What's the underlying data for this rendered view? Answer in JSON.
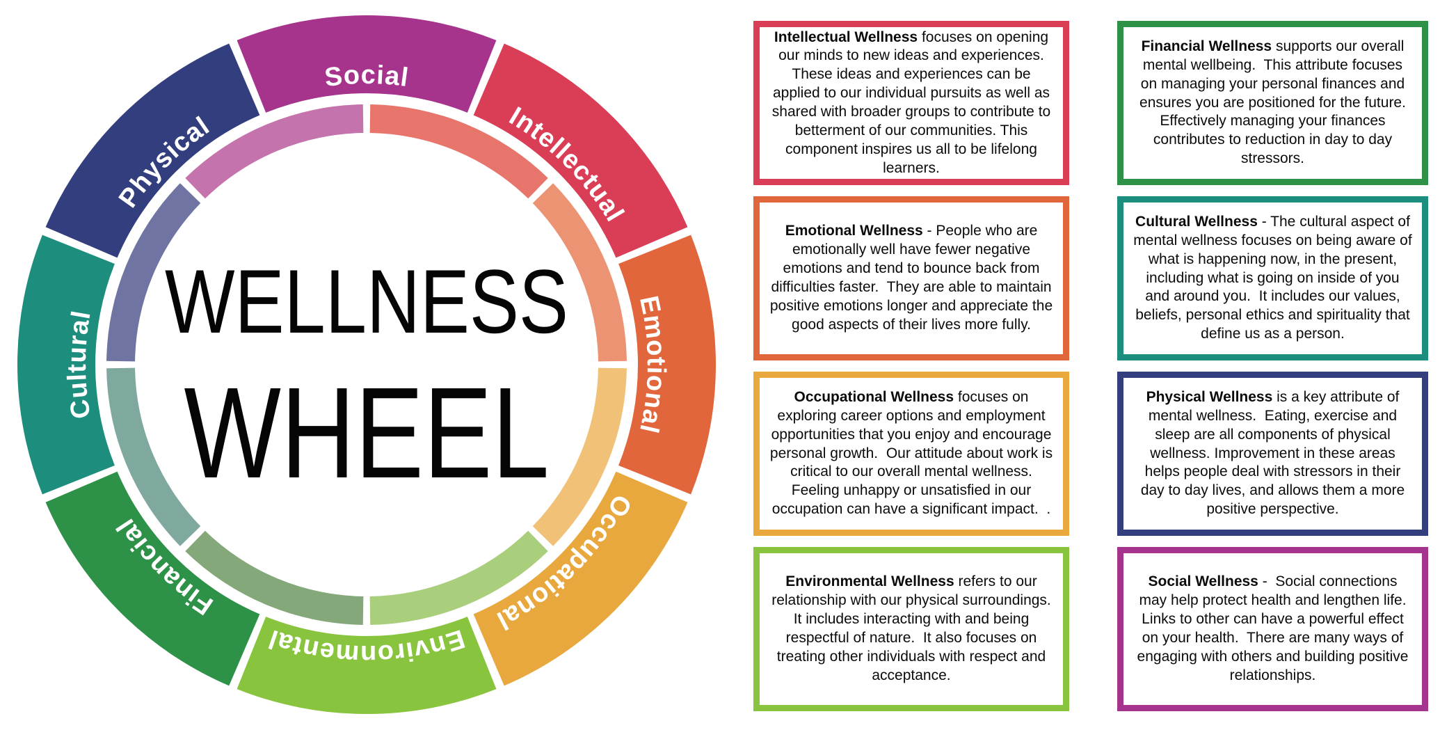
{
  "wheel": {
    "center_title_line1": "WELLNESS",
    "center_title_line2": "WHEEL",
    "segments": [
      {
        "label": "Social",
        "color": "#A6348D",
        "tint": "#C573AC"
      },
      {
        "label": "Intellectual",
        "color": "#D93E56",
        "tint": "#E8756B"
      },
      {
        "label": "Emotional",
        "color": "#E2663C",
        "tint": "#EC9373"
      },
      {
        "label": "Occupational",
        "color": "#E9A83D",
        "tint": "#F2C178"
      },
      {
        "label": "Environmental",
        "color": "#89C43E",
        "tint": "#A9CF7D"
      },
      {
        "label": "Financial",
        "color": "#2E9148",
        "tint": "#85A87B"
      },
      {
        "label": "Cultural",
        "color": "#1D8E7D",
        "tint": "#7FA99E"
      },
      {
        "label": "Physical",
        "color": "#333E7E",
        "tint": "#6F74A3"
      }
    ]
  },
  "cards": [
    {
      "key": "intellectual",
      "color": "#D93E56",
      "title": "Intellectual Wellness",
      "body": "focuses on opening our minds to new ideas and experiences.  These ideas and experiences can be applied to our individual pursuits as well as shared with broader groups to contribute to betterment of our communities. This component inspires us all to be lifelong learners."
    },
    {
      "key": "emotional",
      "color": "#E2663C",
      "title": "Emotional Wellness",
      "body": "- People who are emotionally well have fewer negative emotions and tend to bounce back from difficulties faster.  They are able to maintain positive emotions longer and appreciate the good aspects of their lives more fully."
    },
    {
      "key": "occupational",
      "color": "#E9A83D",
      "title": "Occupational Wellness",
      "body": "focuses on exploring career options and employment opportunities that you enjoy and encourage personal growth.  Our attitude about work is critical to our overall mental wellness. Feeling unhappy or unsatisfied in our occupation can have a significant impact.  ."
    },
    {
      "key": "environmental",
      "color": "#89C43E",
      "title": "Environmental Wellness",
      "body": "refers to our relationship with our physical surroundings. It includes interacting with and being respectful of nature.  It also focuses on treating other individuals with respect and acceptance."
    },
    {
      "key": "financial",
      "color": "#2E9148",
      "title": "Financial Wellness",
      "body": "supports our overall mental wellbeing.  This attribute focuses on managing your personal finances and ensures you are positioned for the future.  Effectively managing your finances contributes to reduction in day to day stressors."
    },
    {
      "key": "cultural",
      "color": "#1D8E7D",
      "title": "Cultural Wellness",
      "body": "- The cultural aspect of mental wellness focuses on being aware of what is happening now, in the present, including what is going on inside of you and around you.  It includes our values, beliefs, personal ethics and spirituality that define us as a person."
    },
    {
      "key": "physical",
      "color": "#333E7E",
      "title": "Physical Wellness",
      "body": "is a key attribute of mental wellness.  Eating, exercise and sleep are all components of physical wellness. Improvement in these areas helps people deal with stressors in their day to day lives, and allows them a more positive perspective."
    },
    {
      "key": "social",
      "color": "#A6348D",
      "title": "Social Wellness",
      "body": "-  Social connections may help protect health and lengthen life. Links to other can have a powerful effect on your health.  There are many ways of engaging with others and building positive relationships."
    }
  ]
}
